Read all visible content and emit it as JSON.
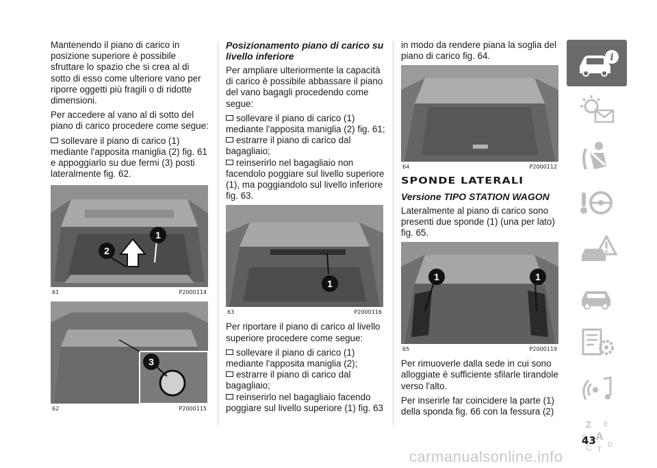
{
  "col_a": {
    "para1": "Mantenendo il piano di carico in posizione superiore è possibile sfruttare lo spazio che si crea al di sotto di esso come ulteriore vano per riporre oggetti più fragili o di ridotte dimensioni.",
    "para2": "Per accedere al vano al di sotto del piano di carico procedere come segue:",
    "bullet1": "sollevare il piano di carico (1) mediante l'apposita maniglia (2) fig. 61 e appoggiarlo su due fermi (3) posti lateralmente fig. 62."
  },
  "fig61": {
    "number": "61",
    "code": "P2000114",
    "callout1": "1",
    "callout2": "2"
  },
  "fig62": {
    "number": "62",
    "code": "P2000115",
    "callout3": "3"
  },
  "col_b": {
    "subhead": "Posizionamento piano di carico su livello inferiore",
    "para1": "Per ampliare ulteriormente la capacità di carico è possibile abbassare il piano del vano bagagli procedendo come segue:",
    "bullet1": "sollevare il piano di carico (1) mediante l'apposita maniglia (2) fig. 61;",
    "bullet2": "estrarre il piano di carico dal bagagliaio;",
    "bullet3": "reinserirlo nel bagagliaio non facendolo poggiare sul livello superiore (1), ma poggiandolo sul livello inferiore fig. 63.",
    "para2": "Per riportare il piano di carico al livello superiore procedere come segue:",
    "bullet4": "sollevare il piano di carico (1) mediante l'apposita maniglia (2);",
    "bullet5": "estrarre il piano di carico dal bagagliaio;",
    "bullet6": "reinserirlo nel bagagliaio facendo poggiare sul livello superiore (1) fig. 63"
  },
  "fig63": {
    "number": "63",
    "code": "P2000116",
    "callout1": "1"
  },
  "col_c": {
    "para1": "in modo da rendere piana la soglia del piano di carico fig. 64.",
    "section_title": "SPONDE LATERALI",
    "subhead": "Versione TIPO STATION WAGON",
    "para2": "Lateralmente al piano di carico sono presenti due sponde (1) (una per lato) fig. 65.",
    "para3": "Per rimuoverle dalla sede in cui sono alloggiate è sufficiente sfilarle tirandole verso l'alto.",
    "para4": "Per inserirle far coincidere la parte (1) della sponda fig. 66 con la fessura (2)"
  },
  "fig64": {
    "number": "64",
    "code": "P2000112"
  },
  "fig65": {
    "number": "65",
    "code": "P2000119",
    "callout_left": "1",
    "callout_right": "1"
  },
  "sidebar": {
    "items": [
      {
        "icon": "car-info-icon",
        "active": true
      },
      {
        "icon": "lights-message-icon",
        "active": false
      },
      {
        "icon": "seat-airbag-icon",
        "active": false
      },
      {
        "icon": "key-steering-icon",
        "active": false
      },
      {
        "icon": "car-warning-icon",
        "active": false
      },
      {
        "icon": "car-service-icon",
        "active": false
      },
      {
        "icon": "specs-gear-icon",
        "active": false
      },
      {
        "icon": "multimedia-icon",
        "active": false
      },
      {
        "icon": "index-letters-icon",
        "active": false
      }
    ],
    "index_letters": [
      "Z",
      "E",
      "B",
      "A",
      "C",
      "T",
      "D"
    ]
  },
  "page_number": "43",
  "watermark": "carmanualsonline.info",
  "colors": {
    "sidebar_active": "#6b6b6b",
    "sidebar_icon": "#b5b5b5",
    "photo_gray": "#7d7d7d"
  }
}
